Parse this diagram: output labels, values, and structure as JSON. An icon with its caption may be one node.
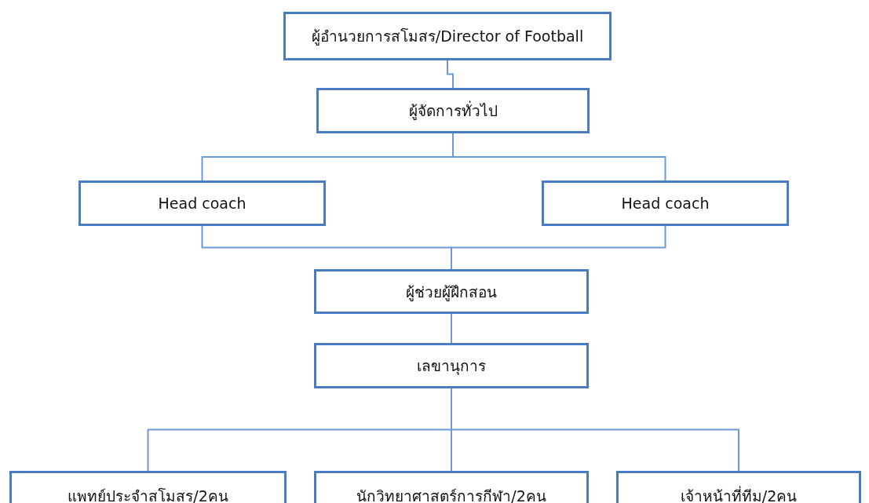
{
  "diagram": {
    "nodes": [
      {
        "text": [
          "ผู้อำนวยการสโมสร/Director of Football"
        ]
      },
      {
        "text": [
          "ผู้จัดการทั่วไป"
        ]
      },
      {
        "text": [
          "Head coach"
        ]
      },
      {
        "text": [
          "Head coach"
        ]
      },
      {
        "text": [
          "ผู้ช่วยผู้ฝึกสอน"
        ]
      },
      {
        "text": [
          "เลขานุการ"
        ]
      },
      {
        "text": [
          "แพทย์ประจำสโมสร/2คน"
        ]
      },
      {
        "text": [
          "นักวิทยาศาสตร์การกีฬา/2คน"
        ]
      },
      {
        "text": [
          "เจ้าหน้าที่ทีม/2คน"
        ]
      }
    ],
    "edges": [
      {
        "from": 0,
        "to": 1,
        "arrow": "none"
      },
      {
        "from": 1,
        "to": 2,
        "arrow": "none"
      },
      {
        "from": 1,
        "to": 3,
        "arrow": "none"
      },
      {
        "from": 2,
        "to": 4,
        "arrow": "none"
      },
      {
        "from": 3,
        "to": 4,
        "arrow": "none"
      },
      {
        "from": 4,
        "to": 5,
        "arrow": "none"
      },
      {
        "from": 5,
        "to": 6,
        "arrow": "none"
      },
      {
        "from": 5,
        "to": 7,
        "arrow": "none"
      },
      {
        "from": 5,
        "to": 8,
        "arrow": "none"
      }
    ]
  }
}
